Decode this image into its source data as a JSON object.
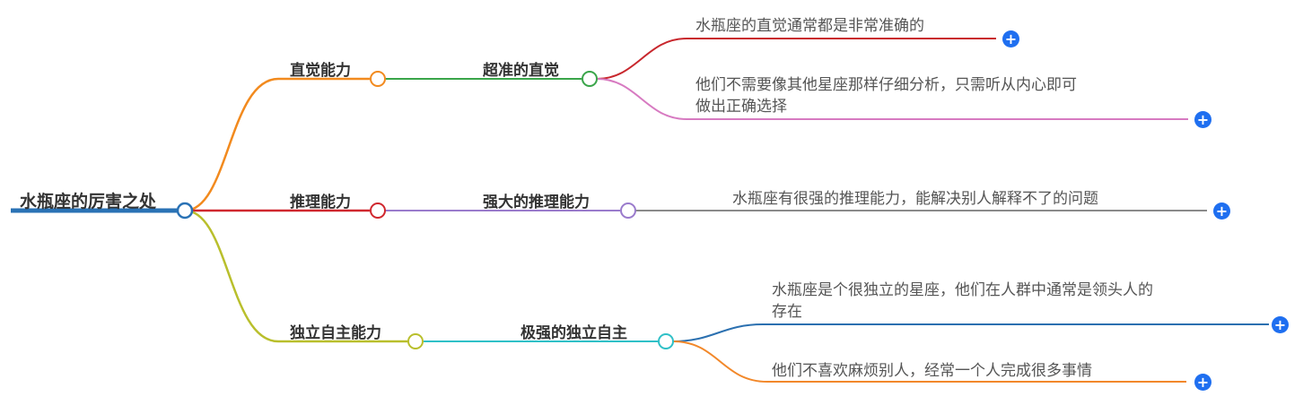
{
  "root": {
    "label": "水瓶座的厉害之处",
    "color": "#2a72b5"
  },
  "branches": [
    {
      "label": "直觉能力",
      "color": "#f28a1e",
      "child": {
        "label": "超准的直觉",
        "color": "#3aa54a",
        "leaves": [
          {
            "lines": [
              "水瓶座的直觉通常都是非常准确的"
            ],
            "color": "#c8272d",
            "expand_icon": "plus-icon"
          },
          {
            "lines": [
              "他们不需要像其他星座那样仔细分析，只需听从内心即可",
              "做出正确选择"
            ],
            "color": "#d77ac1",
            "expand_icon": "plus-icon"
          }
        ]
      }
    },
    {
      "label": "推理能力",
      "color": "#d0272e",
      "child": {
        "label": "强大的推理能力",
        "color": "#9a7bcc",
        "leaves": [
          {
            "lines": [
              "水瓶座有很强的推理能力，能解决别人解释不了的问题"
            ],
            "color": "#8a8a8a",
            "expand_icon": "plus-icon"
          }
        ]
      }
    },
    {
      "label": "独立自主能力",
      "color": "#b9bf2c",
      "child": {
        "label": "极强的独立自主",
        "color": "#2fc0c7",
        "leaves": [
          {
            "lines": [
              "水瓶座是个很独立的星座，他们在人群中通常是领头人的",
              "存在"
            ],
            "color": "#2b70b0",
            "expand_icon": "plus-icon"
          },
          {
            "lines": [
              "他们不喜欢麻烦别人，经常一个人完成很多事情"
            ],
            "color": "#f2882a",
            "expand_icon": "plus-icon"
          }
        ]
      }
    }
  ],
  "plus_glyph": "+",
  "expand_button_color": "#1f6ff0"
}
